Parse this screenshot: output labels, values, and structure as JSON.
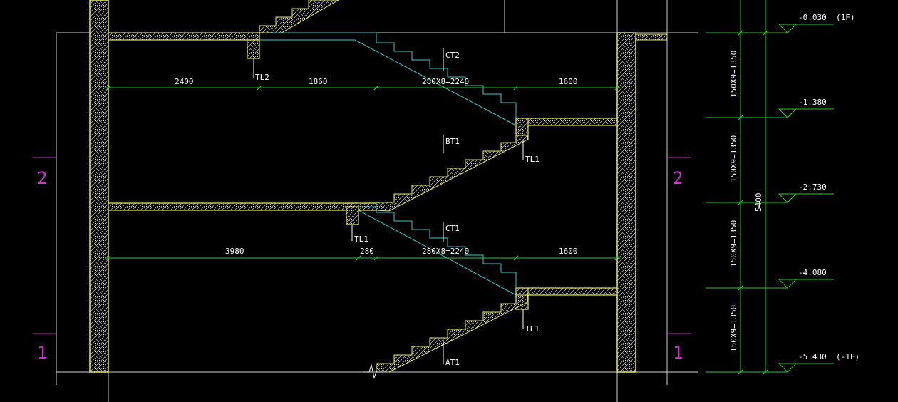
{
  "colors": {
    "background": "#000000",
    "wall": "#e8e85a",
    "hatch": "#ffffff",
    "dimension": "#22cc22",
    "stair_line": "#33cccc",
    "axis": "#cc33cc",
    "grid": "#ffffff",
    "text": "#ffffff"
  },
  "axes": {
    "left_2": "2",
    "left_1": "1",
    "right_2": "2",
    "right_1": "1"
  },
  "dims_upper": [
    "2400",
    "1860",
    "280X8=2240",
    "1600"
  ],
  "dims_lower": [
    "3980",
    "280",
    "280X8=2240",
    "1600"
  ],
  "labels": {
    "ct2": "CT2",
    "tl2": "TL2",
    "tl1_a": "TL1",
    "bt1": "BT1",
    "tl1_b": "TL1",
    "ct1": "CT1",
    "tl1_c": "TL1",
    "at1": "AT1"
  },
  "elevations": [
    {
      "value": "-0.030",
      "note": "(1F)"
    },
    {
      "value": "-1.380",
      "note": ""
    },
    {
      "value": "-2.730",
      "note": ""
    },
    {
      "value": "-4.080",
      "note": ""
    },
    {
      "value": "-5.430",
      "note": "(-1F)"
    }
  ],
  "right_dims": [
    "150X9=1350",
    "150X9=1350",
    "150X9=1350",
    "150X9=1350"
  ],
  "total_height": "5400"
}
